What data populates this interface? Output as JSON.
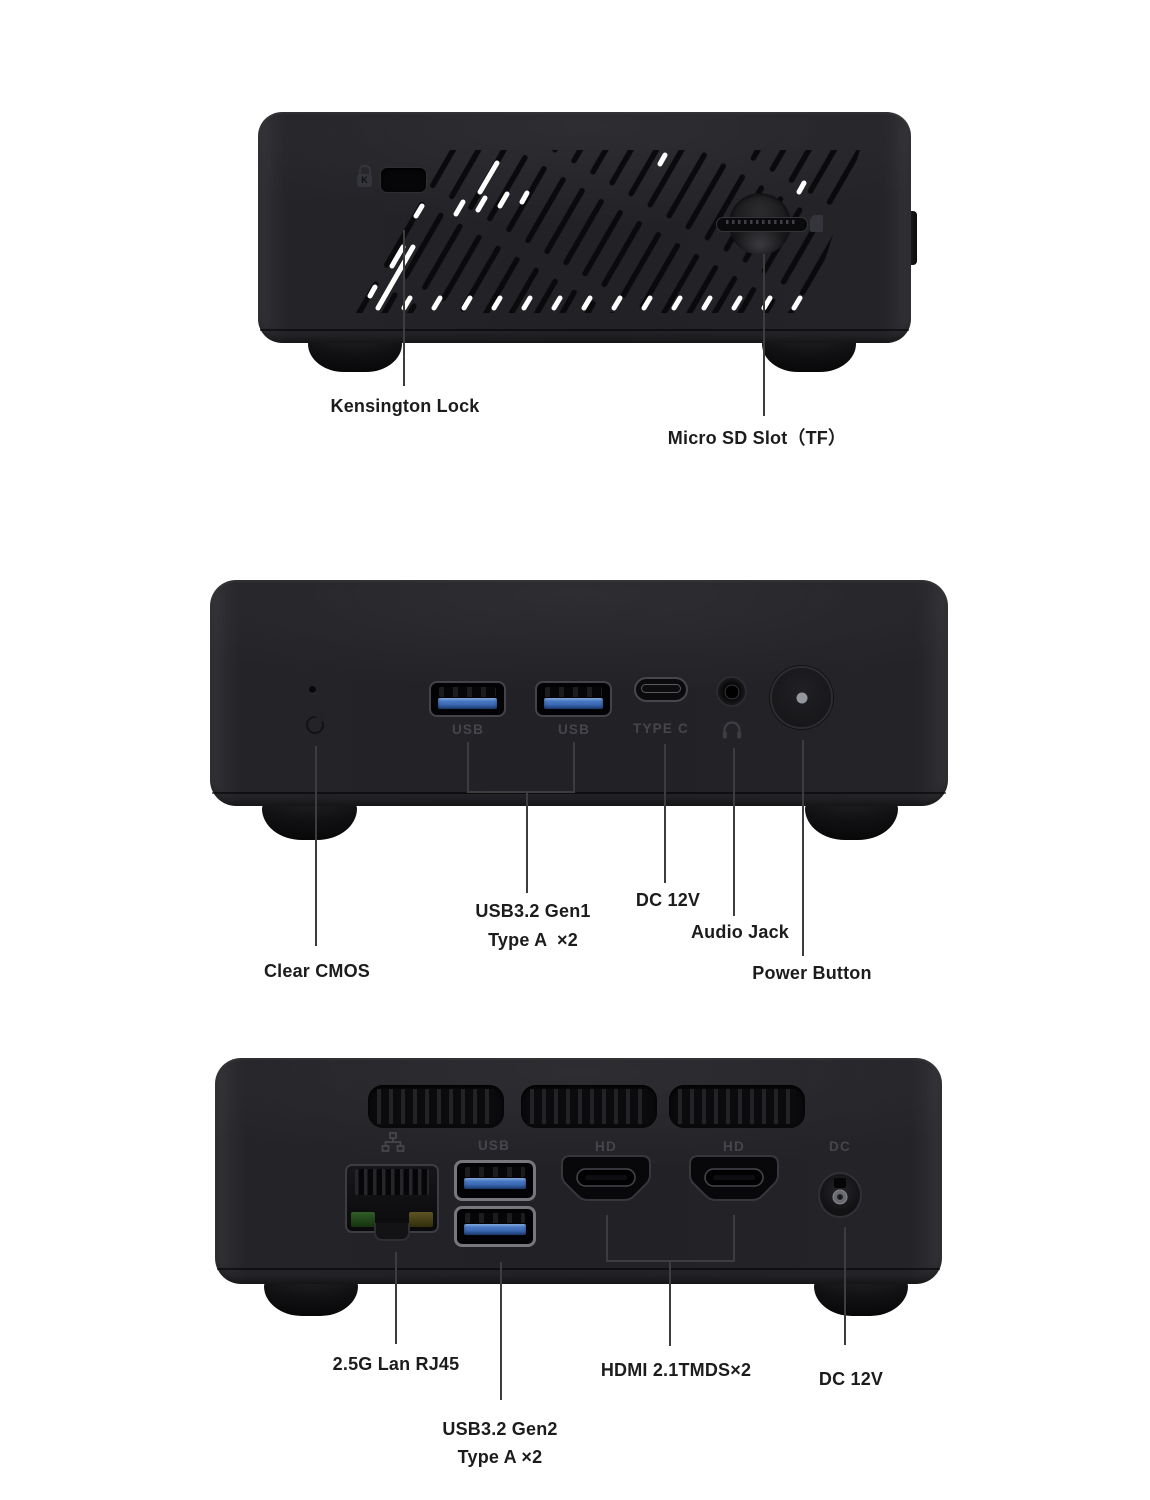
{
  "colors": {
    "background": "#ffffff",
    "device_body": "#232327",
    "callout_text": "#1c1c1c",
    "engraved_text": "#45464b",
    "usb_blue": "#3a6cc0",
    "lan_led_green": "#2f5d28",
    "lan_led_amber": "#5d5423",
    "leader_line": "#3d3d3d"
  },
  "views": {
    "side": {
      "device_labels": {
        "kensington_icon": "K"
      },
      "callouts": {
        "kensington": "Kensington Lock",
        "micro_sd": "Micro SD Slot（TF）"
      }
    },
    "front": {
      "device_labels": {
        "usb_left": "USB",
        "usb_right": "USB",
        "type_c": "TYPE C"
      },
      "callouts": {
        "clear_cmos": "Clear CMOS",
        "usb_line1": "USB3.2 Gen1",
        "usb_line2": "Type A  ×2",
        "dc": "DC 12V",
        "audio": "Audio Jack",
        "power": "Power Button"
      }
    },
    "rear": {
      "device_labels": {
        "usb": "USB",
        "hd_left": "HD",
        "hd_right": "HD",
        "dc": "DC"
      },
      "callouts": {
        "lan": "2.5G Lan RJ45",
        "usb_line1": "USB3.2 Gen2",
        "usb_line2": "Type A ×2",
        "hdmi": "HDMI 2.1TMDS×2",
        "dc": "DC 12V"
      }
    }
  }
}
